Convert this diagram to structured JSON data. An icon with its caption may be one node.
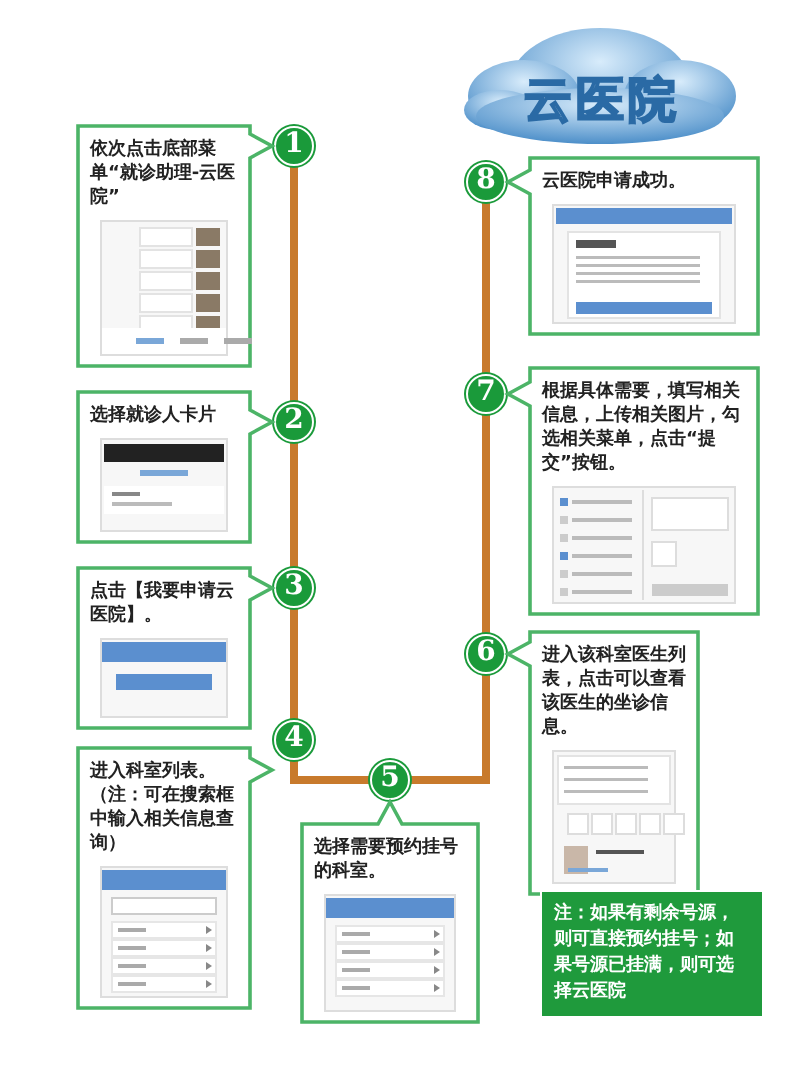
{
  "diagram": {
    "title": "云医院",
    "nodes": [
      {
        "text": [
          "1"
        ]
      },
      {
        "text": [
          "2"
        ]
      },
      {
        "text": [
          "3"
        ]
      },
      {
        "text": [
          "4"
        ]
      },
      {
        "text": [
          "5"
        ]
      },
      {
        "text": [
          "6"
        ]
      },
      {
        "text": [
          "7"
        ]
      },
      {
        "text": [
          "8"
        ]
      },
      {
        "text": [
          "依次点击底部菜单“就诊助理-云医院”"
        ]
      },
      {
        "text": [
          "选择就诊人卡片"
        ]
      },
      {
        "text": [
          "点击【我要申请云医院】。"
        ]
      },
      {
        "text": [
          "进入科室列表。（注：可在搜索框中输入相关信息查询）"
        ]
      },
      {
        "text": [
          "选择需要预约挂号的科室。"
        ]
      },
      {
        "text": [
          "进入该科室医生列表，点击可以查看该医生的坐诊信息。"
        ]
      },
      {
        "text": [
          "根据具体需要，填写相关信息，上传相关图片，勾选相关菜单，点击“提交”按钮。"
        ]
      },
      {
        "text": [
          "云医院申请成功。"
        ]
      },
      {
        "text": [
          "注：如果有剩余号源，则可直接预约挂号；如果号源已挂满，则可选择云医院"
        ]
      }
    ],
    "edges": [
      {
        "from": 0,
        "to": 1,
        "arrow": "none"
      },
      {
        "from": 1,
        "to": 2,
        "arrow": "none"
      },
      {
        "from": 2,
        "to": 3,
        "arrow": "none"
      },
      {
        "from": 3,
        "to": 4,
        "arrow": "none"
      },
      {
        "from": 4,
        "to": 5,
        "arrow": "none"
      },
      {
        "from": 5,
        "to": 6,
        "arrow": "none"
      },
      {
        "from": 6,
        "to": 7,
        "arrow": "none"
      }
    ]
  }
}
